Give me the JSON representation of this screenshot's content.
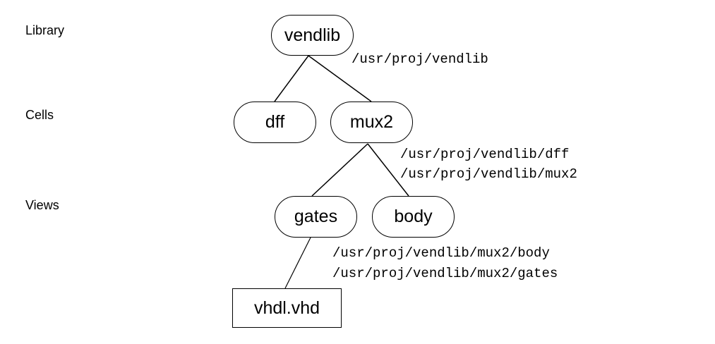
{
  "levels": {
    "library": "Library",
    "cells": "Cells",
    "views": "Views"
  },
  "nodes": {
    "vendlib": "vendlib",
    "dff": "dff",
    "mux2": "mux2",
    "gates": "gates",
    "body": "body",
    "vhdl": "vhdl.vhd"
  },
  "paths": {
    "library": "/usr/proj/vendlib",
    "cells": [
      "/usr/proj/vendlib/dff",
      "/usr/proj/vendlib/mux2"
    ],
    "views": [
      "/usr/proj/vendlib/mux2/body",
      "/usr/proj/vendlib/mux2/gates"
    ]
  }
}
